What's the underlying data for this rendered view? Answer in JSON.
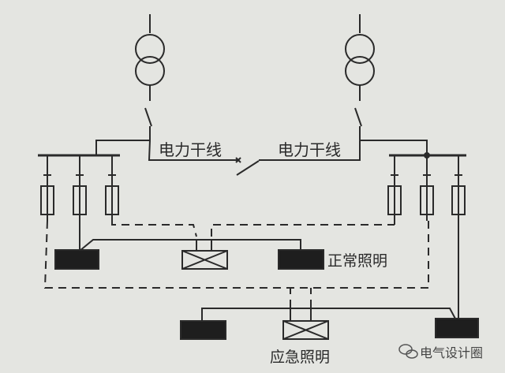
{
  "labels": {
    "trunk_left": "电力干线",
    "trunk_right": "电力干线",
    "normal_lighting": "正常照明",
    "emergency_lighting": "应急照明"
  },
  "watermark": "电气设计圈",
  "colors": {
    "line": "#2a2a2a",
    "background": "#e4e5e1"
  }
}
